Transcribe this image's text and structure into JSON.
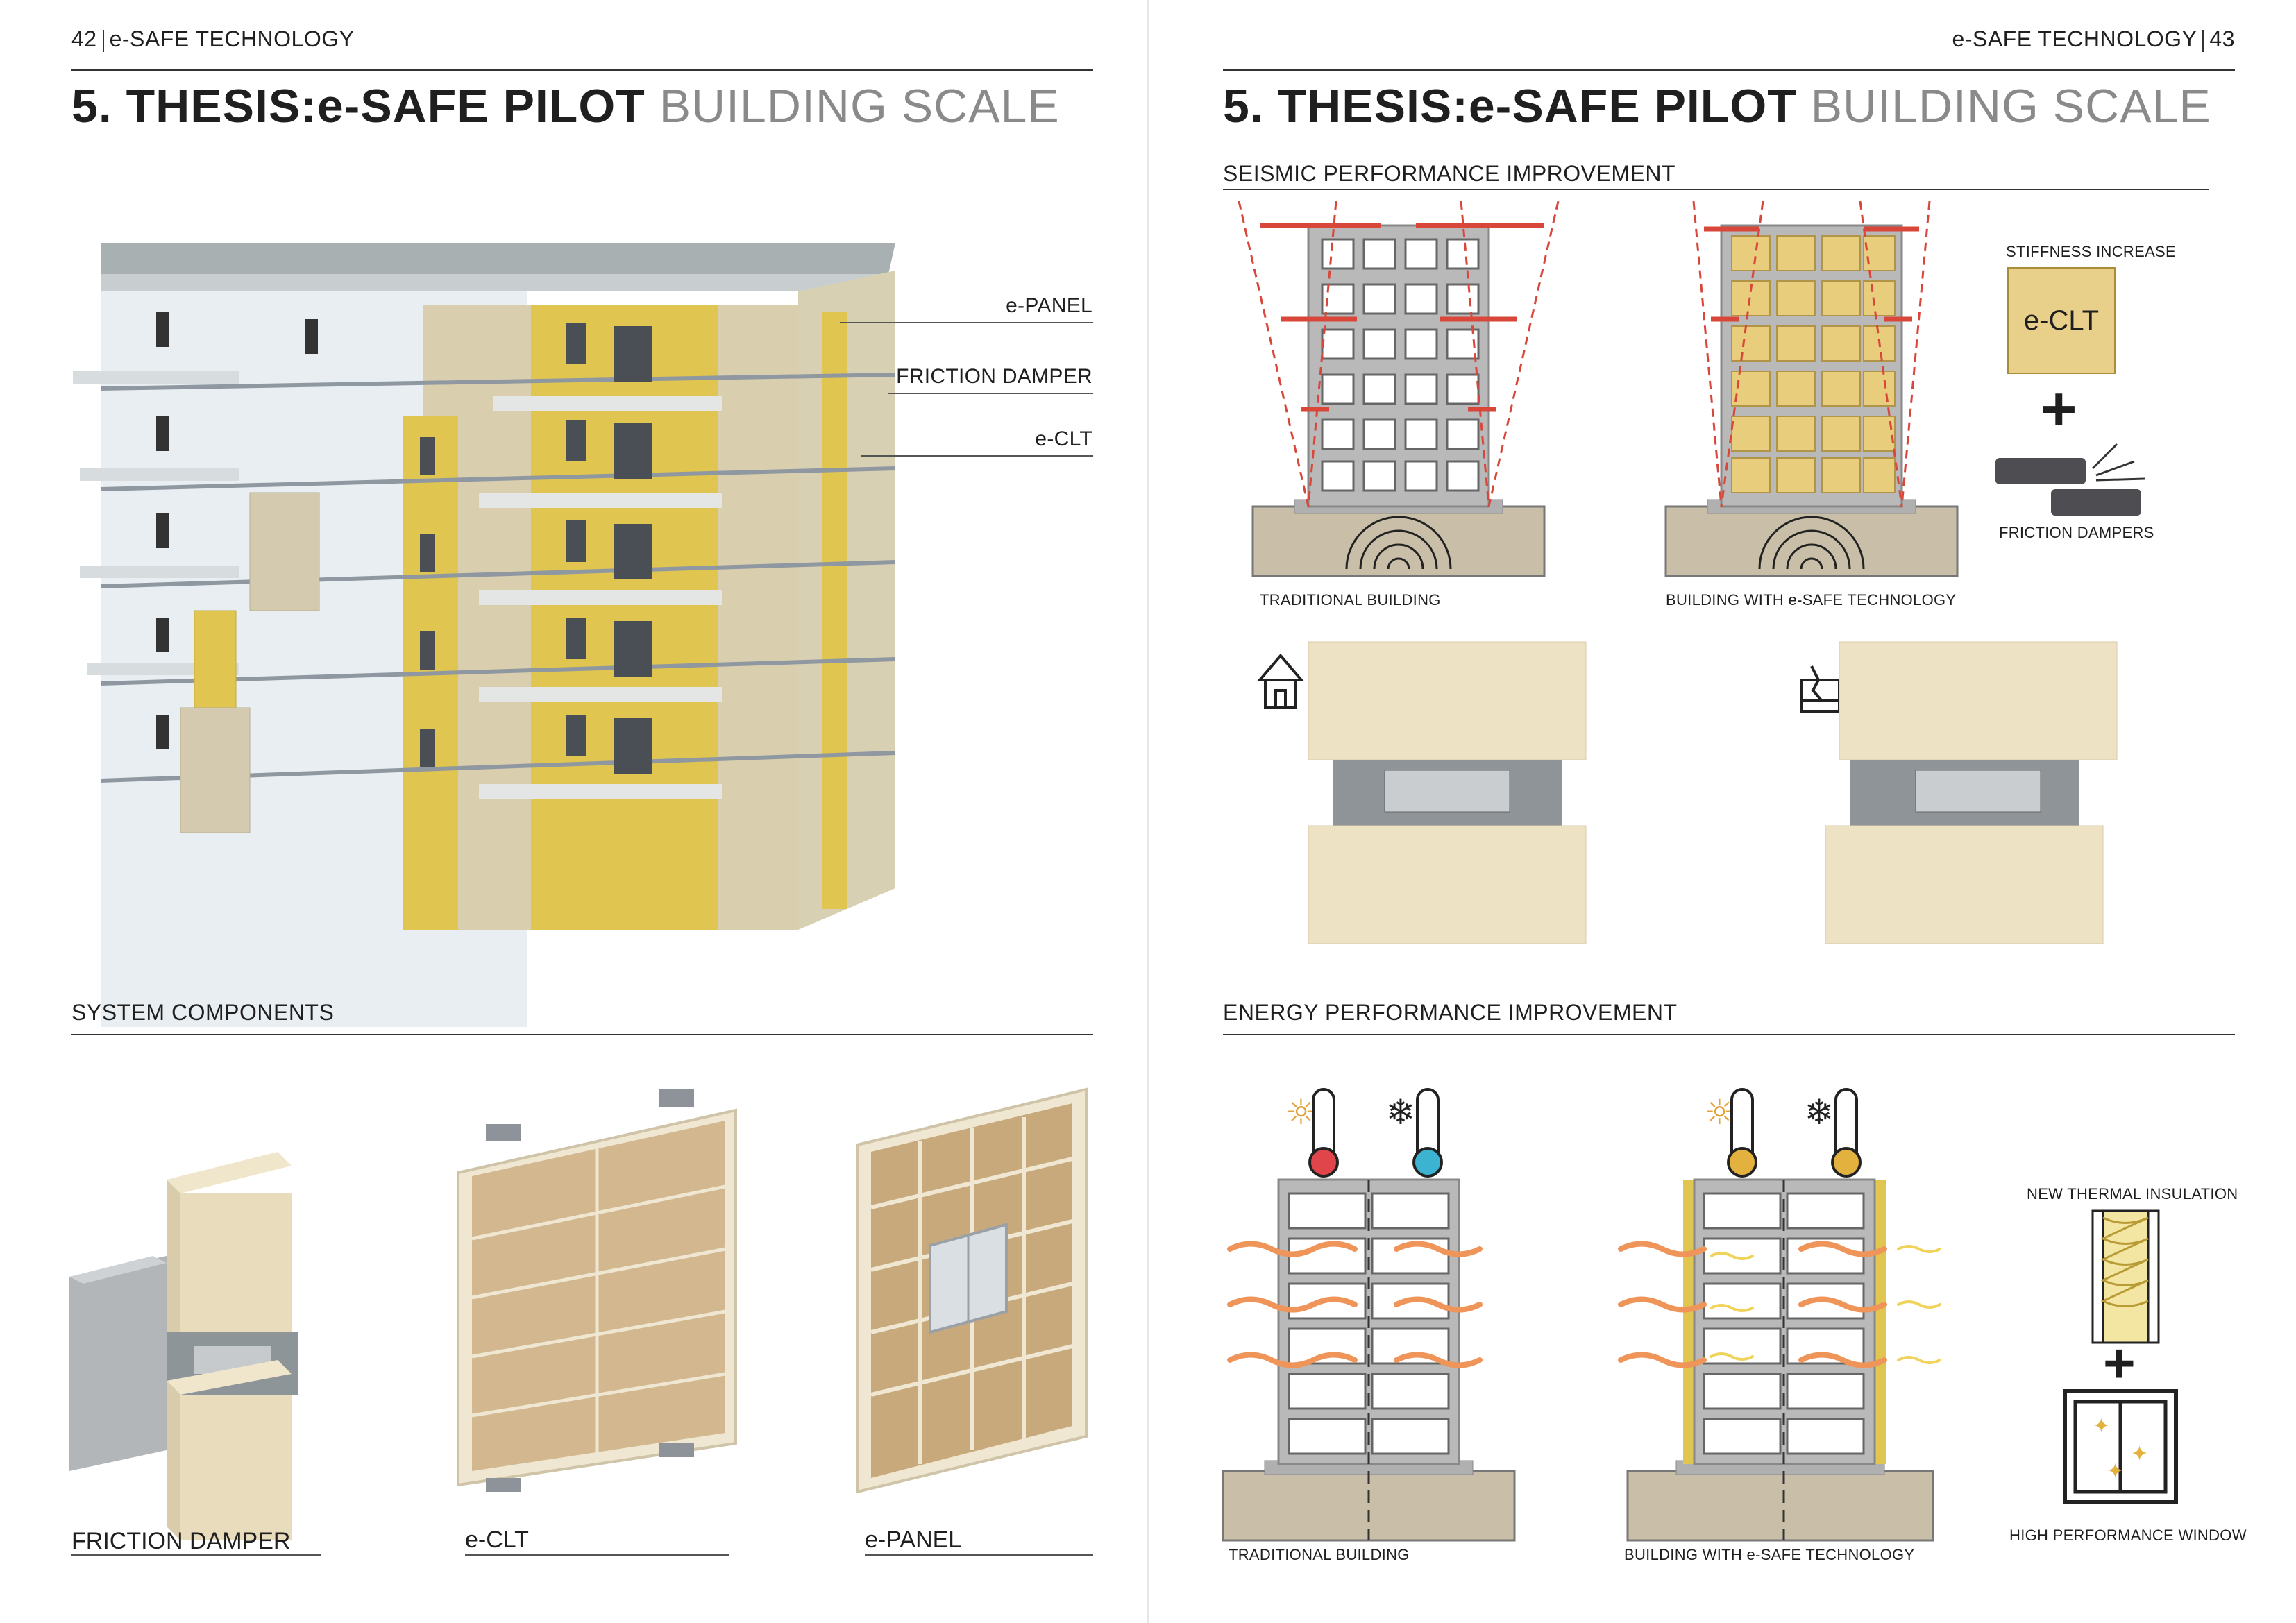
{
  "left_page": {
    "page_number": "42",
    "running_head": "e-SAFE TECHNOLOGY",
    "title_main": "5. THESIS:e-SAFE PILOT",
    "title_sub": "BUILDING SCALE",
    "building_labels": [
      "e-PANEL",
      "FRICTION DAMPER",
      "e-CLT"
    ],
    "system_components": {
      "heading": "SYSTEM COMPONENTS",
      "captions": [
        "FRICTION DAMPER",
        "e-CLT",
        "e-PANEL"
      ]
    }
  },
  "right_page": {
    "page_number": "43",
    "running_head": "e-SAFE TECHNOLOGY",
    "title_main": "5. THESIS:e-SAFE PILOT",
    "title_sub": "BUILDING SCALE",
    "seismic": {
      "heading": "SEISMIC PERFORMANCE IMPROVEMENT",
      "traditional_caption": "TRADITIONAL BUILDING",
      "esafe_caption": "BUILDING WITH e-SAFE TECHNOLOGY",
      "stiffness_label": "STIFFNESS INCREASE",
      "eclt_box": "e-CLT",
      "plus": "+",
      "dampers_label": "FRICTION DAMPERS"
    },
    "energy": {
      "heading": "ENERGY PERFORMANCE IMPROVEMENT",
      "traditional_caption": "TRADITIONAL BUILDING",
      "esafe_caption": "BUILDING WITH e-SAFE TECHNOLOGY",
      "insulation_label": "NEW THERMAL INSULATION",
      "plus": "+",
      "window_label": "HIGH PERFORMANCE WINDOW"
    }
  },
  "colors": {
    "wood": "#e8dcbc",
    "yellow": "#e0c550",
    "concrete": "#b9b9b9",
    "ground": "#c9bea7",
    "red": "#d9473a",
    "heat": "#f0955a",
    "rule": "#333333"
  }
}
